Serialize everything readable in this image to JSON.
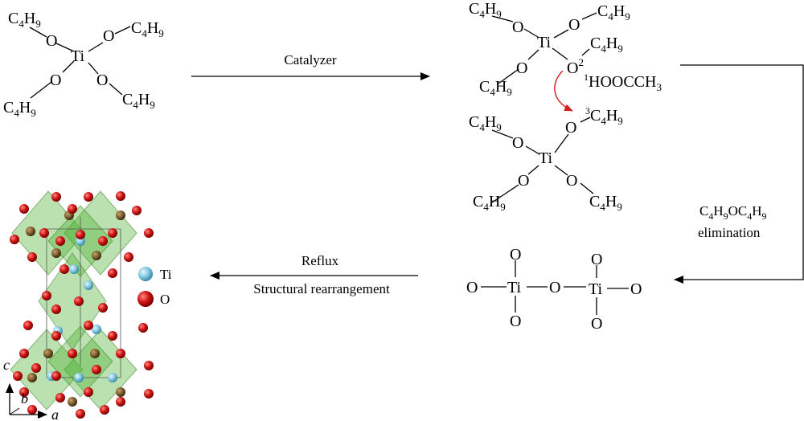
{
  "molecule_a": {
    "center": "Ti",
    "oxygen": "O",
    "groups": [
      {
        "base": "C",
        "sub1": "4",
        "mid": "H",
        "sub2": "9"
      },
      {
        "base": "C",
        "sub1": "4",
        "mid": "H",
        "sub2": "9"
      },
      {
        "base": "C",
        "sub1": "4",
        "mid": "H",
        "sub2": "9"
      },
      {
        "base": "C",
        "sub1": "4",
        "mid": "H",
        "sub2": "9"
      }
    ]
  },
  "arrow_catalyzer": {
    "label": "Catalyzer"
  },
  "intermediate": {
    "upper_ti": "Ti",
    "lower_ti": "Ti",
    "oxygen": "O",
    "o2_sup": "2",
    "acetate_sup": "1",
    "acetate": "HOOCCH",
    "acetate_sub": "3",
    "c3_sup": "3",
    "c4h9": {
      "base": "C",
      "sub1": "4",
      "mid": "H",
      "sub2": "9"
    }
  },
  "elimination": {
    "formula": "C4H9OC4H9",
    "label": "elimination"
  },
  "product": {
    "ti": "Ti",
    "oxygen": "O"
  },
  "arrow_reflux": {
    "line1": "Reflux",
    "line2": "Structural rearrangement"
  },
  "legend": {
    "ti": "Ti",
    "o": "O"
  },
  "axes": {
    "c": "c",
    "b": "b",
    "a": "a"
  },
  "colors": {
    "black": "#000000",
    "green_group": "#7cbf1c",
    "blue_acetate": "#1f3f9f",
    "red_oxygen": "#cc1111",
    "red_arrow": "#d02020",
    "ti_atom": "#7cc4dd",
    "polyhedron": "#4caf2f"
  }
}
